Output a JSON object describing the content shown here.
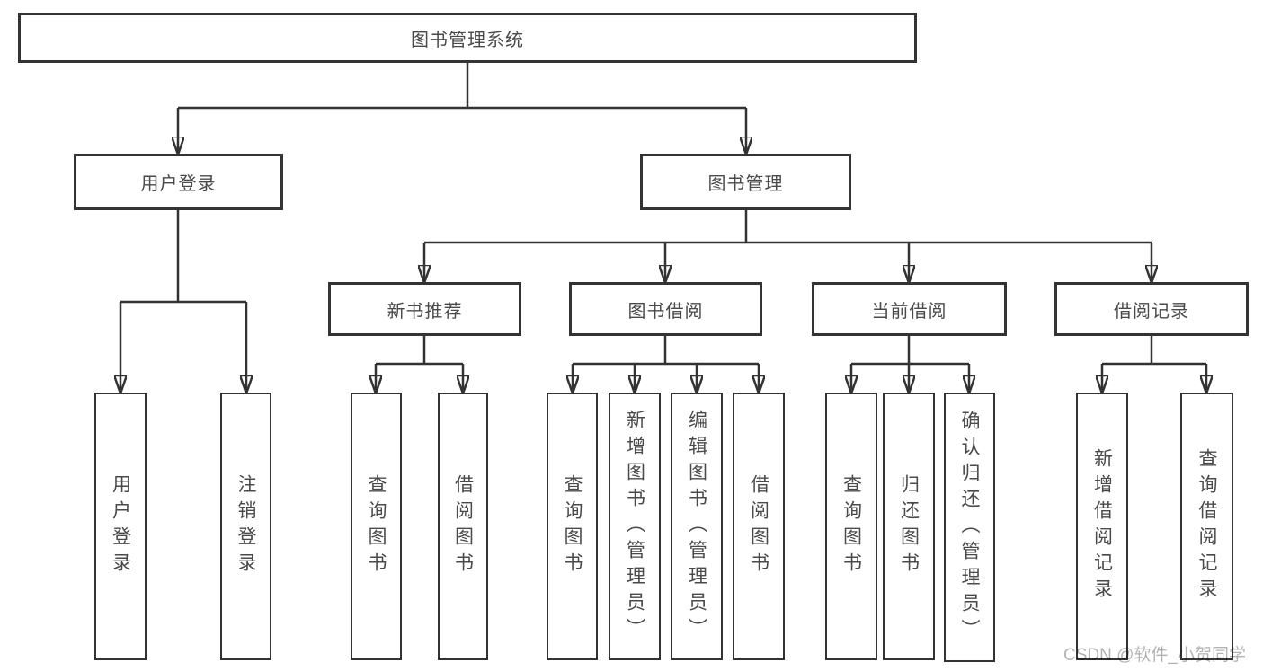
{
  "tree": {
    "label": "图书管理系统",
    "children": [
      {
        "label": "用户登录",
        "children": [
          {
            "label": "用户登录"
          },
          {
            "label": "注销登录"
          }
        ]
      },
      {
        "label": "图书管理",
        "children": [
          {
            "label": "新书推荐",
            "children": [
              {
                "label": "查询图书"
              },
              {
                "label": "借阅图书"
              }
            ]
          },
          {
            "label": "图书借阅",
            "children": [
              {
                "label": "查询图书"
              },
              {
                "label": "新增图书（管理员）"
              },
              {
                "label": "编辑图书（管理员）"
              },
              {
                "label": "借阅图书"
              }
            ]
          },
          {
            "label": "当前借阅",
            "children": [
              {
                "label": "查询图书"
              },
              {
                "label": "归还图书"
              },
              {
                "label": "确认归还（管理员）"
              }
            ]
          },
          {
            "label": "借阅记录",
            "children": [
              {
                "label": "新增借阅记录"
              },
              {
                "label": "查询借阅记录"
              }
            ]
          }
        ]
      }
    ]
  },
  "watermark": "CSDN @软件_小贺同学",
  "colors": {
    "line": "#333333",
    "box_border": "#333333",
    "text": "#4a4a4a",
    "background": "#ffffff",
    "watermark": "#b3b3b3"
  }
}
